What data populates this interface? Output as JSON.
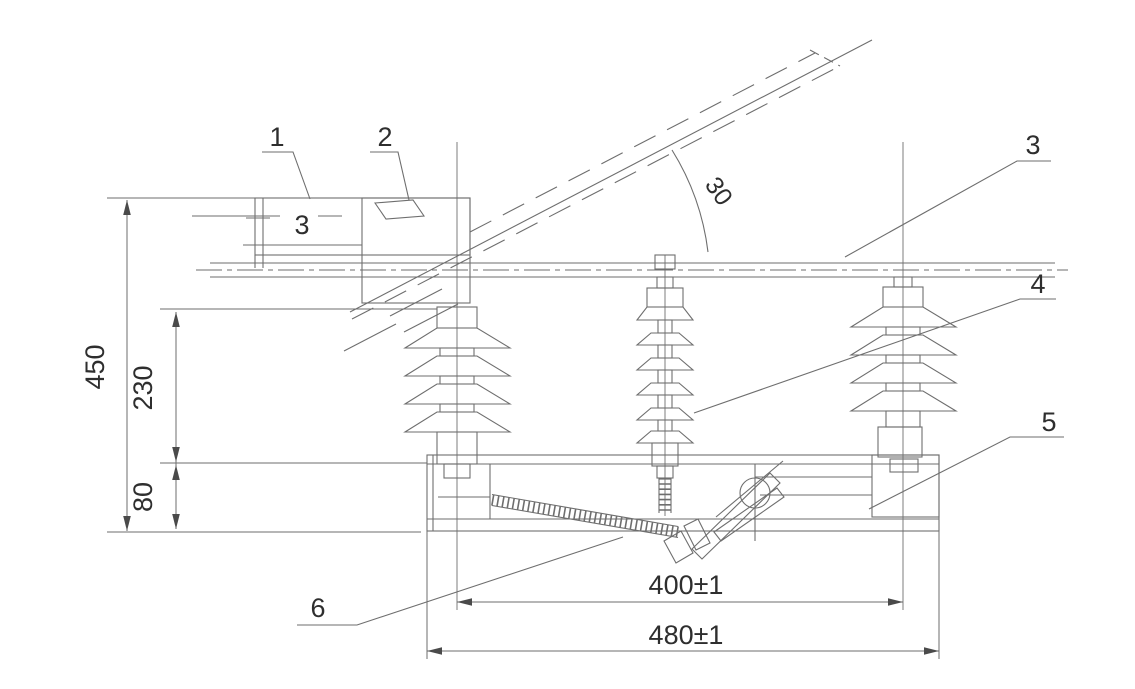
{
  "drawing": {
    "type": "technical-outline-drawing",
    "subject": "three-insulator disconnect switch side view",
    "dimensions": {
      "total_height": "450",
      "insulator_height": "230",
      "base_height": "80",
      "mounting_span": "400±1",
      "overall_width": "480±1",
      "blade_open_angle": "30"
    },
    "callouts": {
      "c1": "1",
      "c2": "2",
      "c3_left": "3",
      "c3_right": "3",
      "c4": "4",
      "c5": "5",
      "c6": "6"
    },
    "colors": {
      "line": "#6e6e6e",
      "text": "#2e2e2e",
      "background": "#ffffff"
    }
  }
}
